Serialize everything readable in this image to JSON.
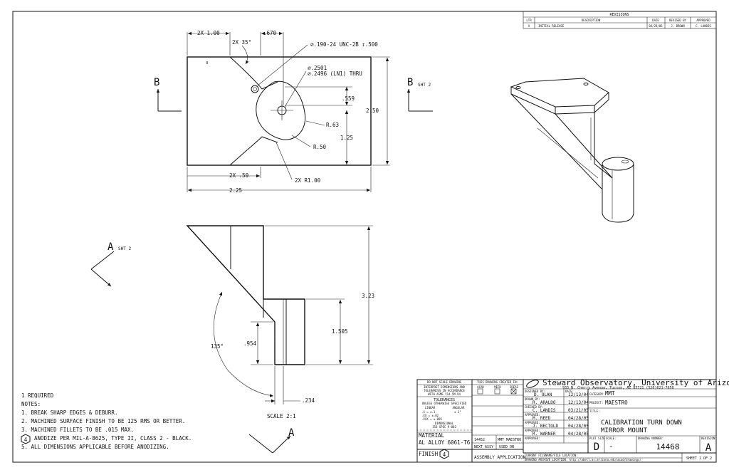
{
  "revisions": {
    "title": "REVISIONS",
    "headers": [
      "LTR",
      "DESCRIPTION",
      "DATE",
      "REVISED BY",
      "APPROVED"
    ],
    "rows": [
      [
        "A",
        "INITIAL RELEASE",
        "04/28/05",
        "J. BROWN",
        "C. LANDIS"
      ]
    ]
  },
  "top_view": {
    "dims": {
      "two_x_1": "2X 1.00",
      "d670": ".670",
      "angle35": "2X 35°",
      "tap": "⌀.190-24 UNC-2B ↧.500",
      "bore1": "⌀.2501",
      "bore2": "⌀.2496 (LN1) THRU",
      "d559": ".559",
      "width": "2.50",
      "r63": "R.63",
      "d125": "1.25",
      "r50": "R.50",
      "two_x_50": "2X .50",
      "two_x_r100": "2X R1.00",
      "length": "2.25"
    }
  },
  "section_labels": {
    "b_left": "B",
    "b_right": "B",
    "b_right_sheet": "SHT 2",
    "a_top": "A",
    "a_top_sheet": "SHT 2",
    "a_bottom": "A"
  },
  "front_view": {
    "dims": {
      "height": "3.23",
      "boss_height": "1.505",
      "d954": ".954",
      "angle135": "135°",
      "d234": ".234"
    },
    "scale": "SCALE 2:1"
  },
  "notes": {
    "qty": "1 REQUIRED",
    "heading": "NOTES:",
    "items": [
      "1. BREAK SHARP EDGES & DEBURR.",
      "2. MACHINED SURFACE FINISH TO BE 125 RMS OR BETTER.",
      "3. MACHINED FILLETS TO BE .015 MAX.",
      "ANODIZE PER MIL-A-8625, TYPE II, CLASS 2 - BLACK.",
      "5. ALL DIMENSIONS APPLICABLE BEFORE ANODIZING."
    ],
    "flag_number": "4"
  },
  "title_block": {
    "do_not_scale": "DO NOT SCALE DRAWING",
    "interpret": [
      "INTERPRET DIMENSIONS AND",
      "TOLERANCES IN ACCORDANCE",
      "WITH ASME Y14.5M-94"
    ],
    "tolerances": "TOLERANCES",
    "unless": "UNLESS OTHERWISE SPECIFIED",
    "linear": "LINEAR",
    "angular": "ANGULAR",
    "linear_vals": [
      ".X = ±.1",
      ".XX = ±.02",
      ".XXX = ±.005"
    ],
    "angular_val": "± 1°",
    "dimensional": "DIMENSIONAL",
    "iso_spec": "ISO SPEC 9-002",
    "created_in": "THIS DRAWING CREATED IN:",
    "cad_opts": [
      "ACAD",
      "MECH",
      "IDEAS"
    ],
    "material_label": "MATERIAL",
    "material": "AL ALLOY 6061-T6",
    "finish_label": "FINISH",
    "finish_flag": "4",
    "part_no": "14452",
    "next_assy": "MMT MAESTRO",
    "next_assy_label": "NEXT ASSY",
    "used_on_label": "USED ON",
    "assembly_app": "ASSEMBLY APPLICATION",
    "org": "Steward Observatory, University of Arizona",
    "address": "933 N. Cherry Avenue, Tucson, AZ  85721   (520)621-7650",
    "signoffs": [
      {
        "label": "DESIGNED BY:",
        "name": "D. OLAN",
        "date": "12/13/04"
      },
      {
        "label": "DRAWN BY:",
        "name": "R. ARALDO",
        "date": "12/13/04"
      },
      {
        "label": "CHECKED BY:",
        "name": "C. LANDIS",
        "date": "03/21/05"
      },
      {
        "label": "APPROVED:",
        "name": "M. REED",
        "date": "04/28/05"
      },
      {
        "label": "APPROVED:",
        "name": "J. BECTOLD",
        "date": "04/28/05"
      },
      {
        "label": "APPROVED:",
        "name": "R. WARNER",
        "date": "04/28/05"
      },
      {
        "label": "APPROVED:",
        "name": "",
        "date": ""
      }
    ],
    "date_label": "DATE:",
    "category_label": "CATEGORY:",
    "category": "MMT",
    "project_label": "PROJECT:",
    "project": "MAESTRO",
    "title_label": "TITLE:",
    "title1": "CALIBRATION TURN DOWN",
    "title2": "MIRROR MOUNT",
    "plot_size_label": "PLOT SIZE",
    "scale_label": "SCALE:",
    "plot_size": "D",
    "scale": "-",
    "drawing_number_label": "DRAWING NUMBER:",
    "drawing_number": "14468",
    "revision_label": "REVISION:",
    "revision": "A",
    "current_file": "CURRENT FILENAME/FILE LOCATION:",
    "archive": "DRAWING ARCHIVE LOCATION: http://abell.as.arizona.edu/acad/drawings/",
    "sheet": "SHEET 1 OF 2"
  }
}
